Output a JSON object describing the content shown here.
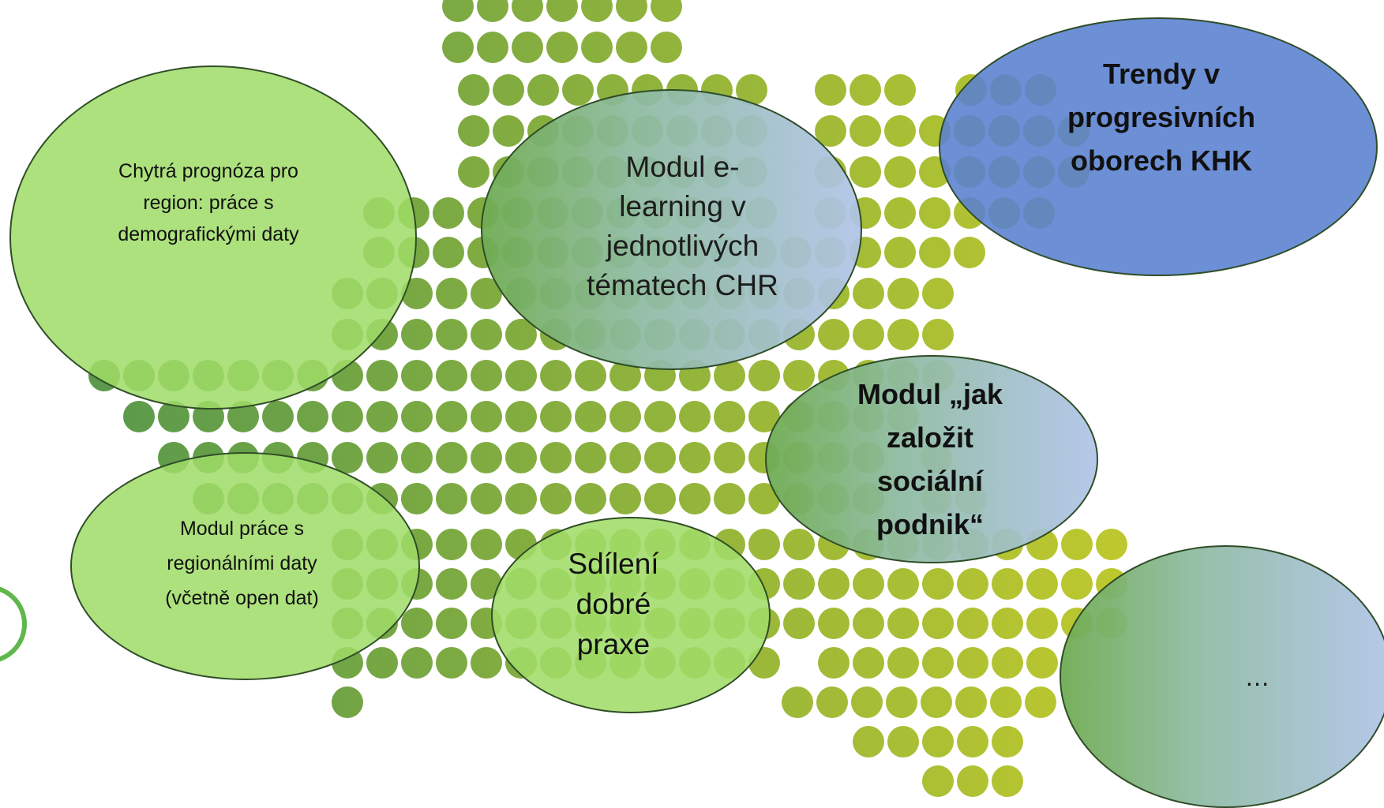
{
  "colors": {
    "dot_gradient": [
      "#5b9a4c",
      "#c6cc2c"
    ],
    "light_green": "#a0dc68",
    "blue": "#5880d0",
    "gradient_bubble": [
      "#6fac52",
      "#b0c4e8"
    ],
    "outline": "#2f4d27"
  },
  "bubbles": [
    {
      "id": "chytra-prognoza",
      "text": "Chytrá prognóza pro\nregion: práce s\ndemografickými daty"
    },
    {
      "id": "modul-e-learning",
      "text": "Modul e-\nlearning v\njednotlivých\ntématech CHR"
    },
    {
      "id": "trendy",
      "text": "Trendy v\nprogresivních\noborech KHK"
    },
    {
      "id": "modul-regionalni-data",
      "text": "Modul práce s\nregionálními daty\n(včetně open dat)"
    },
    {
      "id": "sdileni",
      "text": "Sdílení\ndobré\npraxe"
    },
    {
      "id": "socialni-podnik",
      "text": "Modul „jak\nzaložit\nsociální\npodnik“"
    },
    {
      "id": "ellipsis",
      "text": "…"
    }
  ]
}
